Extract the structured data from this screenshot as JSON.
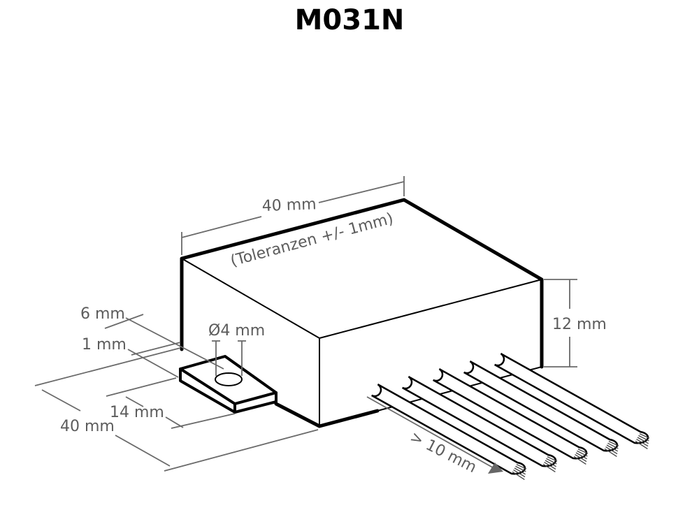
{
  "title": "M031N",
  "dimensions": {
    "top_width": "40 mm",
    "tolerance": "(Toleranzen +/- 1mm)",
    "height": "12 mm",
    "tab_length": "6 mm",
    "tab_thickness": "1 mm",
    "hole_diameter": "Ø4 mm",
    "tab_width": "14 mm",
    "depth": "40 mm",
    "wire_length": "> 10 mm"
  },
  "wires": {
    "count": 5
  }
}
